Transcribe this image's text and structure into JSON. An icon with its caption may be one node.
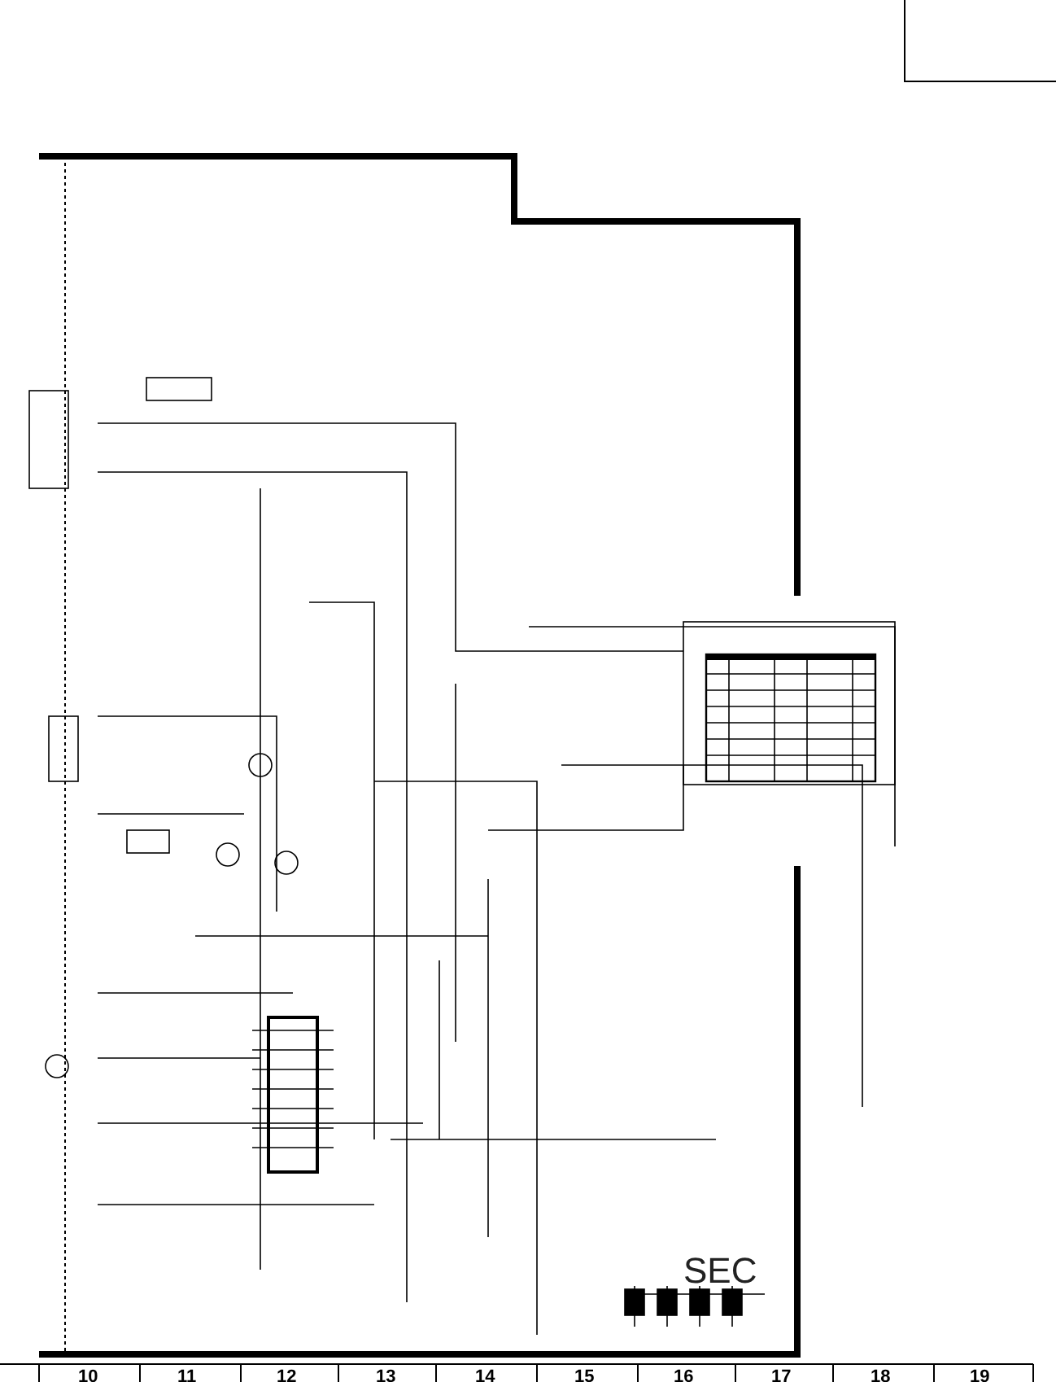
{
  "diagram": {
    "labels": [
      "SEC",
      "10",
      "11",
      "12",
      "13",
      "14",
      "15",
      "16",
      "17",
      "18",
      "19"
    ]
  }
}
